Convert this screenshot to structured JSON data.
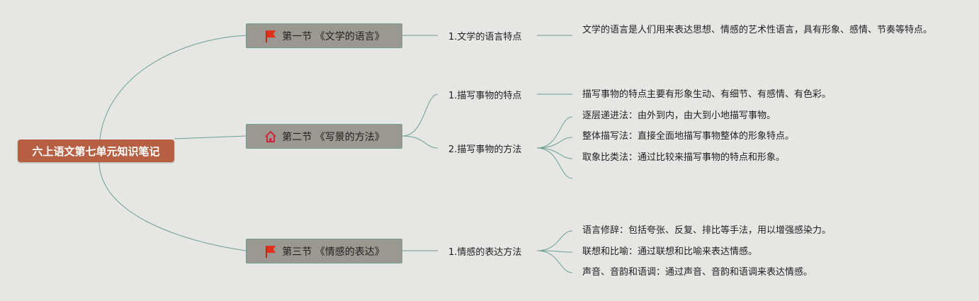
{
  "root": {
    "label": "六上语文第七单元知识笔记"
  },
  "sections": [
    {
      "label": "第一节 《文学的语言》",
      "icon": "red-flag-icon",
      "topics": [
        {
          "label": "1.文学的语言特点",
          "details": [
            "文学的语言是人们用来表达思想、情感的艺术性语言，具有形象、感情、节奏等特点。"
          ]
        }
      ]
    },
    {
      "label": "第二节 《写景的方法》",
      "icon": "house-icon",
      "topics": [
        {
          "label": "1.描写事物的特点",
          "details": [
            "描写事物的特点主要有形象生动、有细节、有感情、有色彩。"
          ]
        },
        {
          "label": "2.描写事物的方法",
          "details": [
            "逐层递进法：由外到内，由大到小地描写事物。",
            "整体描写法：直接全面地描写事物整体的形象特点。",
            "取象比类法：通过比较来描写事物的特点和形象。",
            ""
          ]
        }
      ]
    },
    {
      "label": "第三节 《情感的表达》",
      "icon": "red-flag-icon",
      "topics": [
        {
          "label": "1.情感的表达方法",
          "details": [
            "语言修辞：包括夸张、反复、排比等手法，用以增强感染力。",
            "联想和比喻：通过联想和比喻来表达情感。",
            "声音、音韵和语调：通过声音、音韵和语调来表达情感。"
          ]
        }
      ]
    }
  ],
  "colors": {
    "background": "#e6e7e4",
    "root_fill": "#b75f43",
    "section_fill": "#9b9791",
    "section_border": "#6f9f8f",
    "connector": "#6f9f8f",
    "flag": "#e0301e",
    "house": "#c8283a"
  }
}
